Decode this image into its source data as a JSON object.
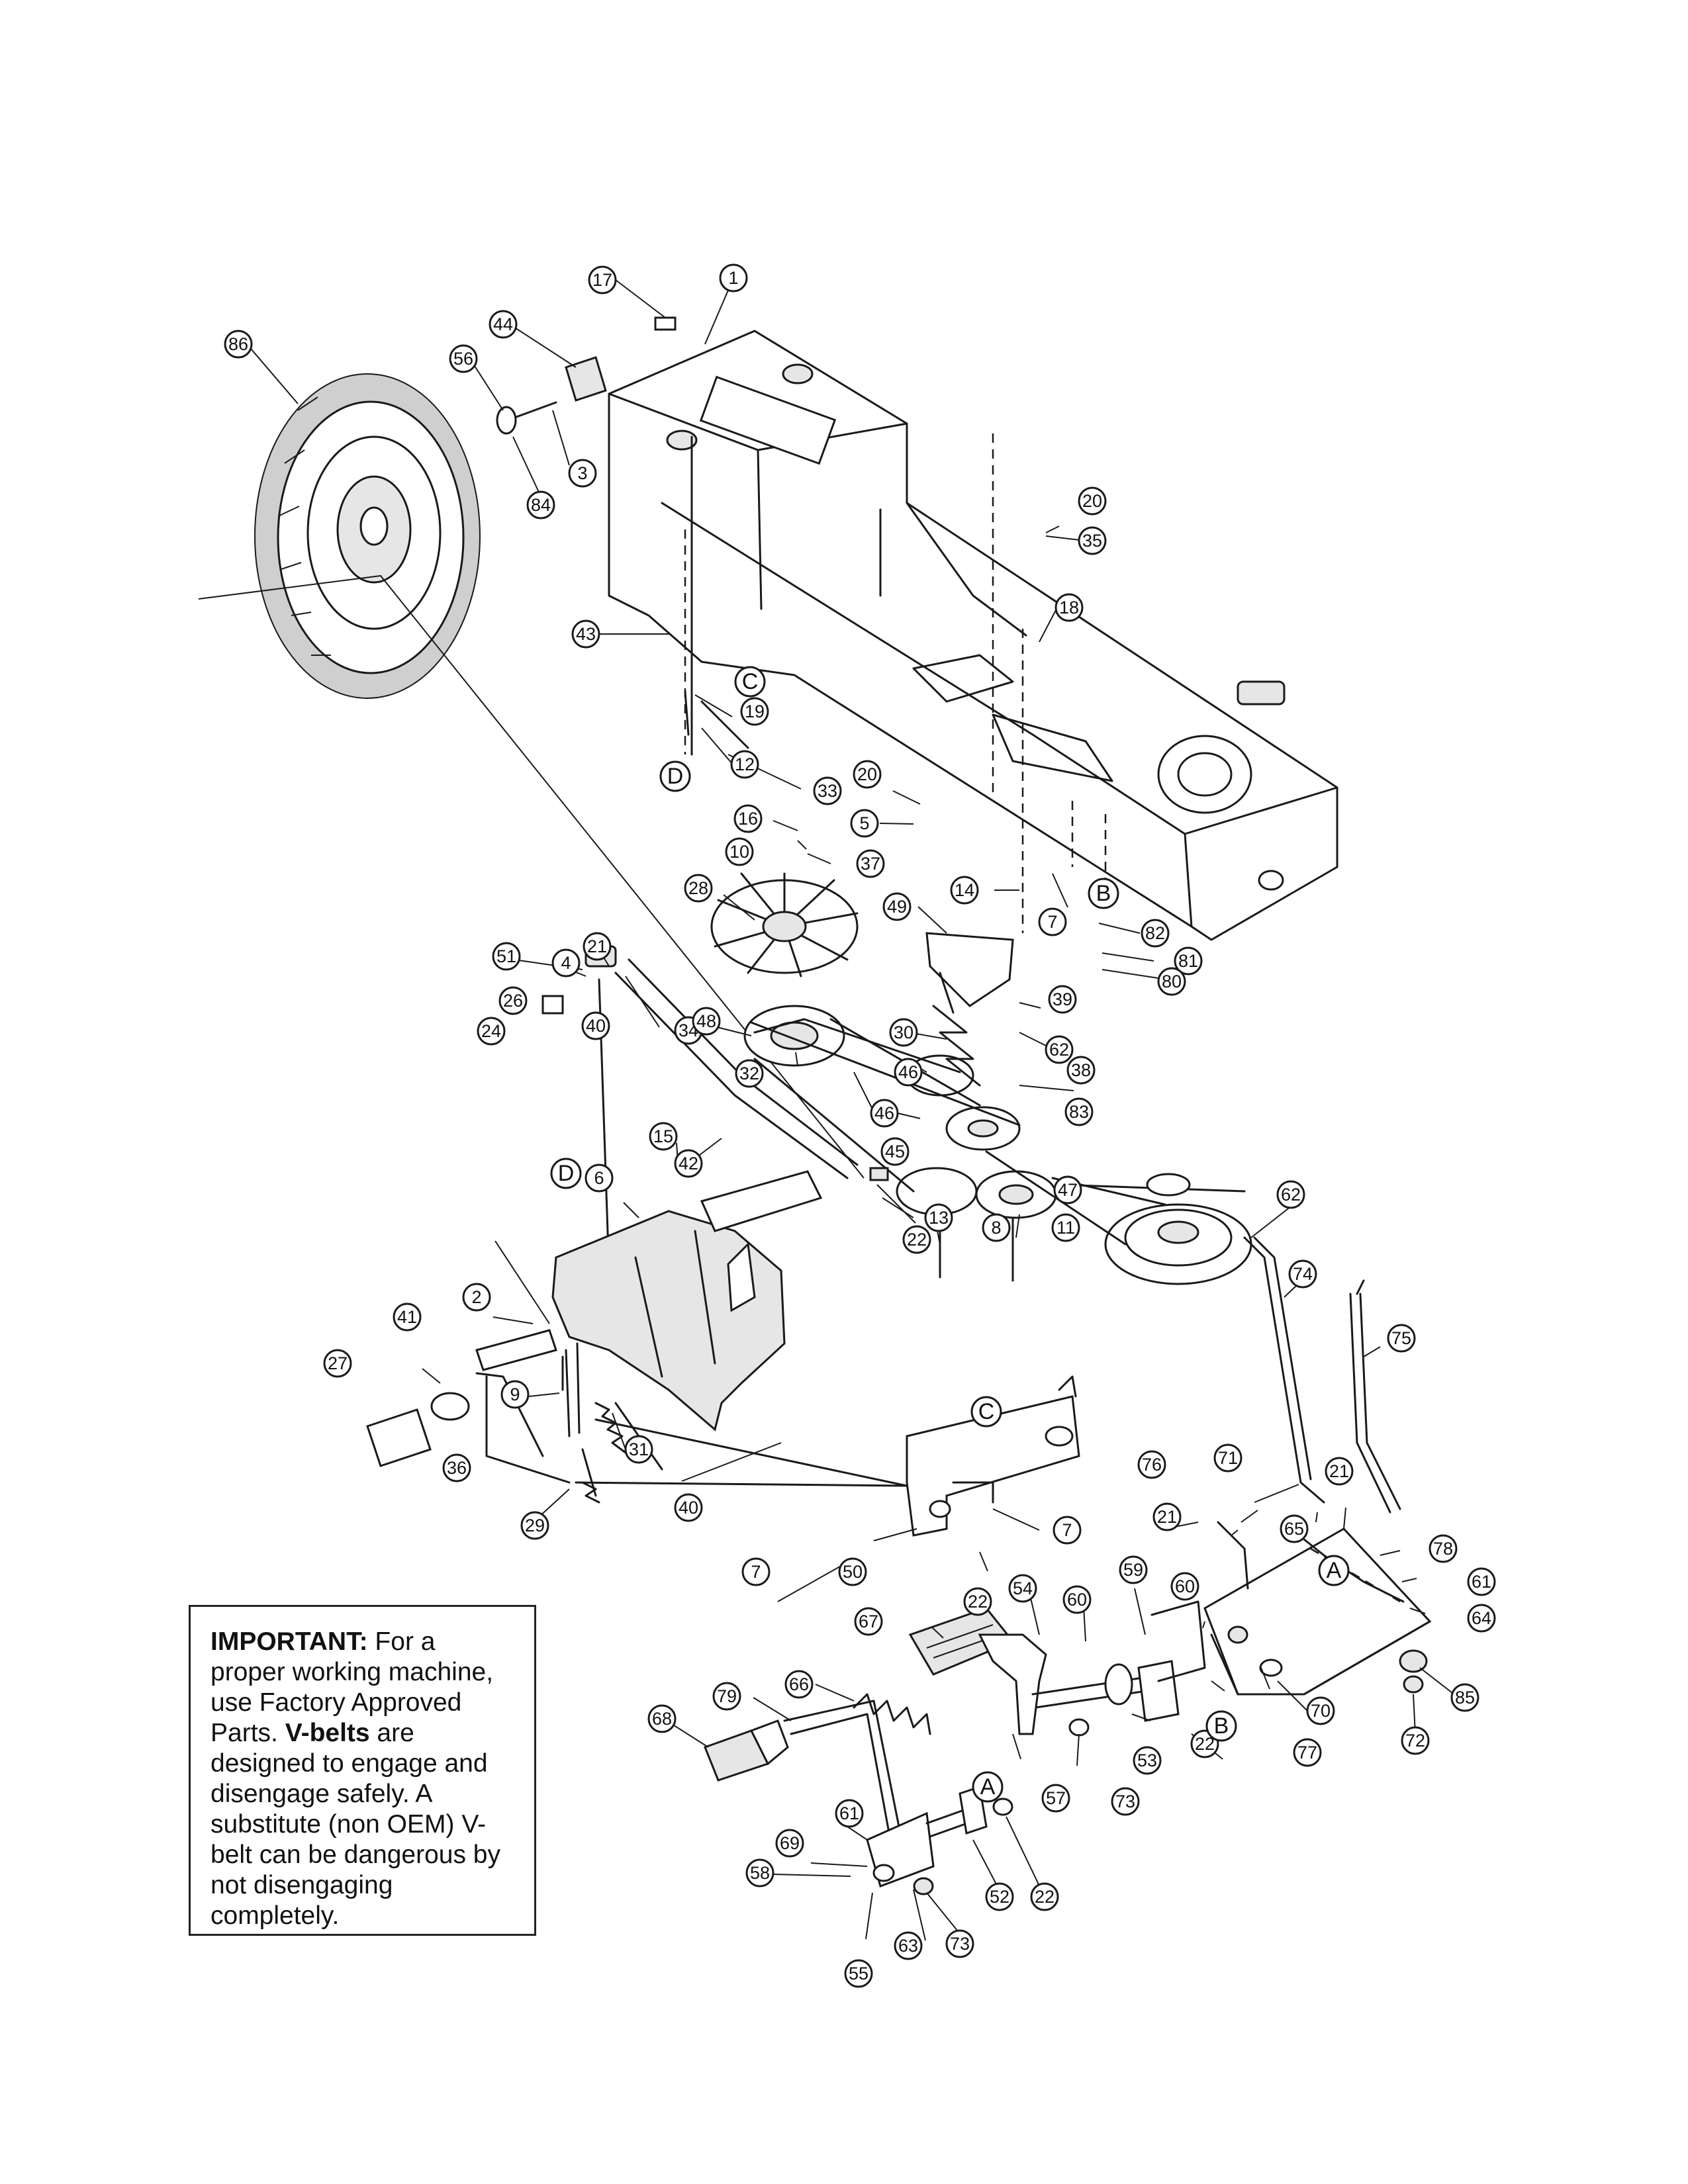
{
  "notice": {
    "heading": "IMPORTANT:",
    "line1": " For a proper working machine, use Factory Approved Parts.",
    "emphasis": "V-belts",
    "line2": " are designed to engage and disengage safely. A substitute (non OEM) V-belt can be dangerous by not disengaging completely."
  },
  "reference_letters": [
    "A",
    "B",
    "C",
    "D"
  ],
  "callouts": [
    "1",
    "2",
    "3",
    "4",
    "5",
    "6",
    "7",
    "8",
    "9",
    "10",
    "11",
    "12",
    "13",
    "14",
    "15",
    "16",
    "17",
    "18",
    "19",
    "20",
    "21",
    "22",
    "24",
    "26",
    "27",
    "28",
    "29",
    "30",
    "31",
    "32",
    "33",
    "34",
    "35",
    "36",
    "37",
    "38",
    "39",
    "40",
    "41",
    "42",
    "43",
    "44",
    "45",
    "46",
    "47",
    "48",
    "49",
    "50",
    "51",
    "52",
    "53",
    "54",
    "55",
    "56",
    "57",
    "58",
    "59",
    "60",
    "61",
    "62",
    "63",
    "64",
    "65",
    "66",
    "67",
    "68",
    "69",
    "70",
    "71",
    "72",
    "73",
    "74",
    "75",
    "76",
    "77",
    "78",
    "79",
    "80",
    "81",
    "82",
    "83",
    "84",
    "85",
    "86"
  ]
}
